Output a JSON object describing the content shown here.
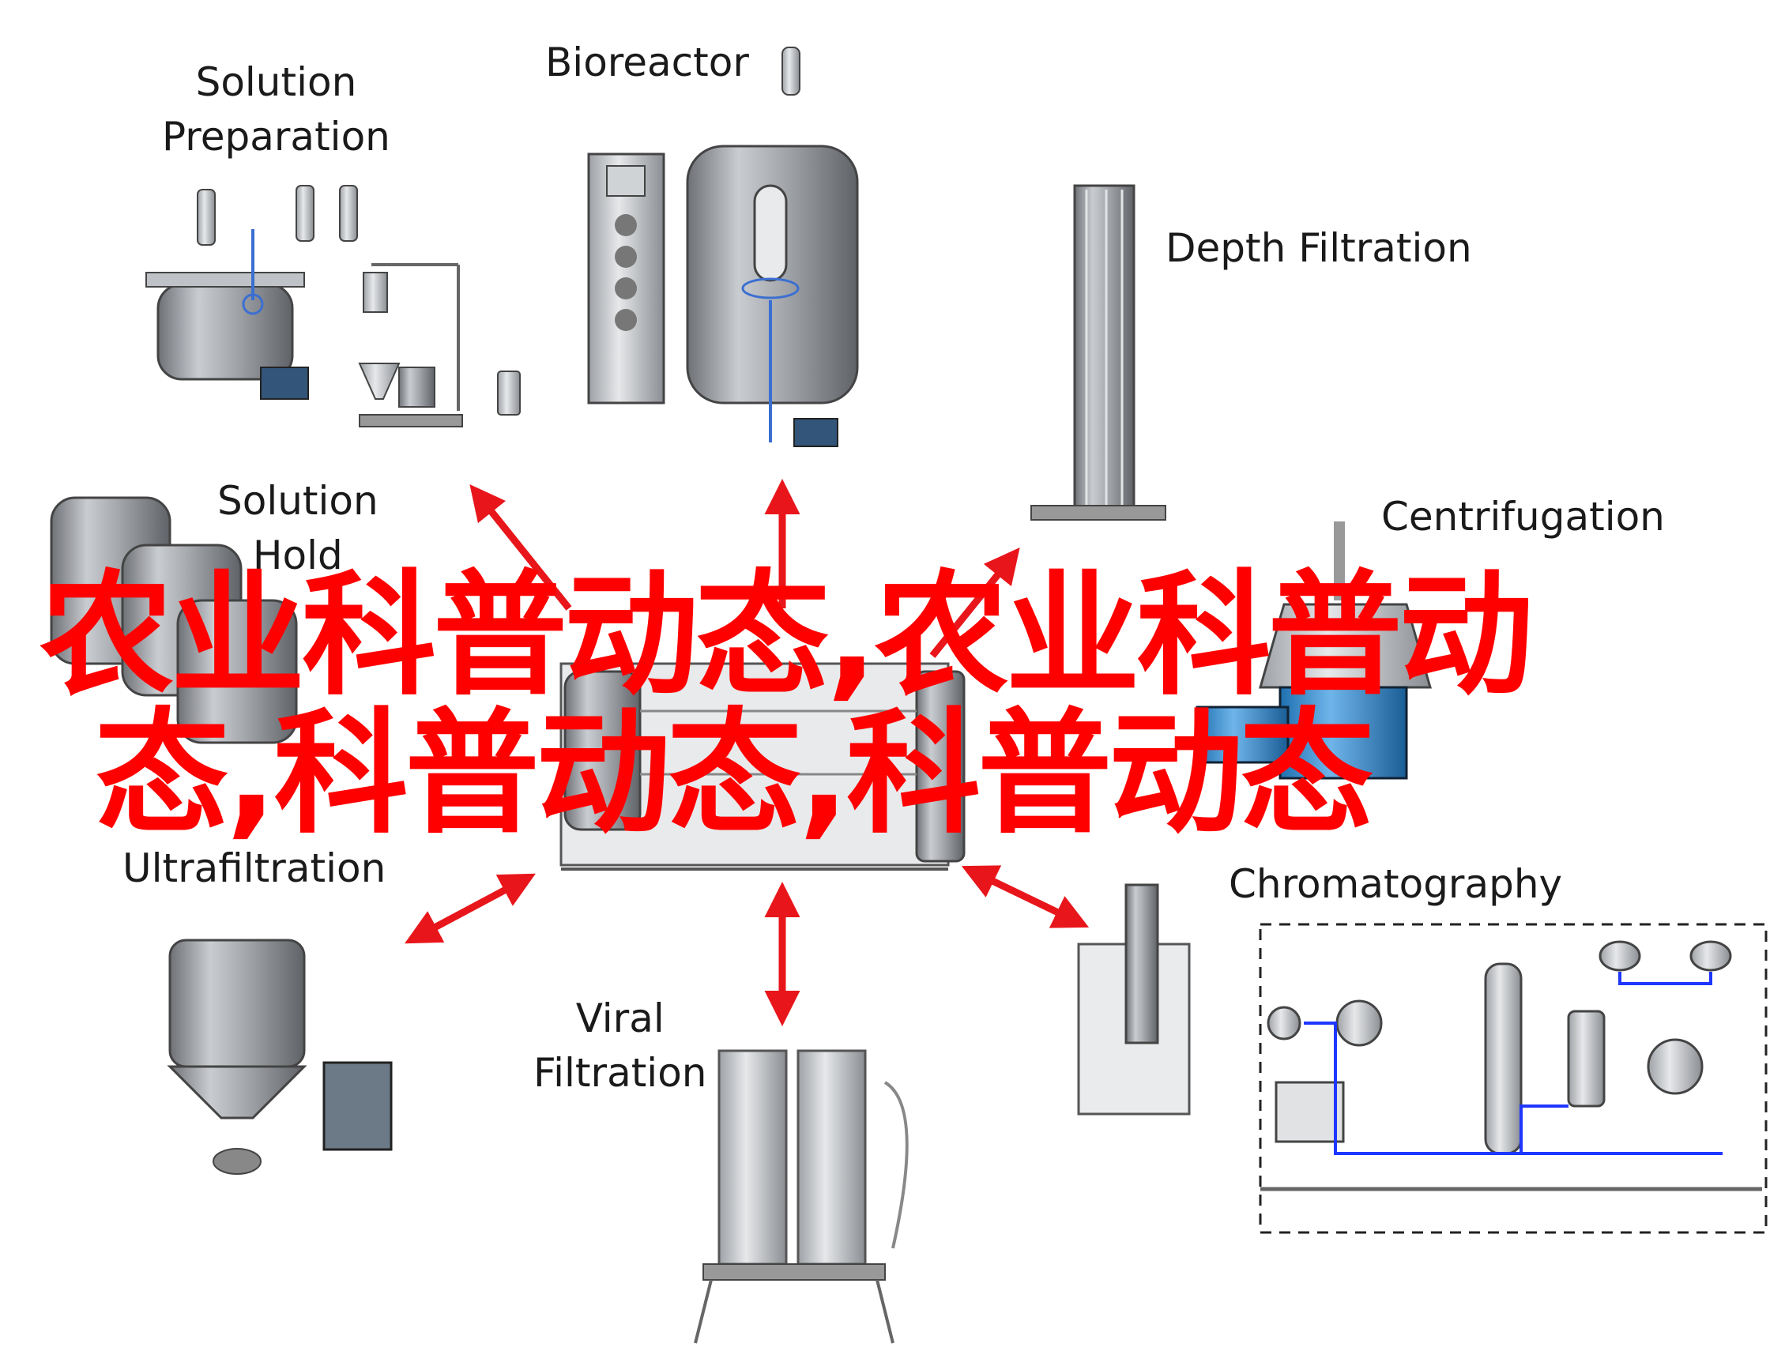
{
  "diagram": {
    "center": "process-skid",
    "stages": [
      {
        "id": "solution_preparation",
        "lines": [
          "Solution",
          "Preparation"
        ]
      },
      {
        "id": "bioreactor",
        "lines": [
          "Bioreactor"
        ]
      },
      {
        "id": "depth_filtration",
        "lines": [
          "Depth Filtration"
        ]
      },
      {
        "id": "solution_hold",
        "lines": [
          "Solution",
          "Hold"
        ]
      },
      {
        "id": "centrifugation",
        "lines": [
          "Centrifugation"
        ]
      },
      {
        "id": "ultrafiltration",
        "lines": [
          "Ultrafiltration"
        ]
      },
      {
        "id": "chromatography",
        "lines": [
          "Chromatography"
        ]
      },
      {
        "id": "viral_filtration",
        "lines": [
          "Viral",
          "Filtration"
        ]
      }
    ],
    "arrow_color": "#e8161b",
    "equipment_color": "#8a8d92"
  },
  "overlay": {
    "line1": "农业科普动态,农业科普动",
    "line2": "态,科普动态,科普动态",
    "color": "#ff0000"
  }
}
